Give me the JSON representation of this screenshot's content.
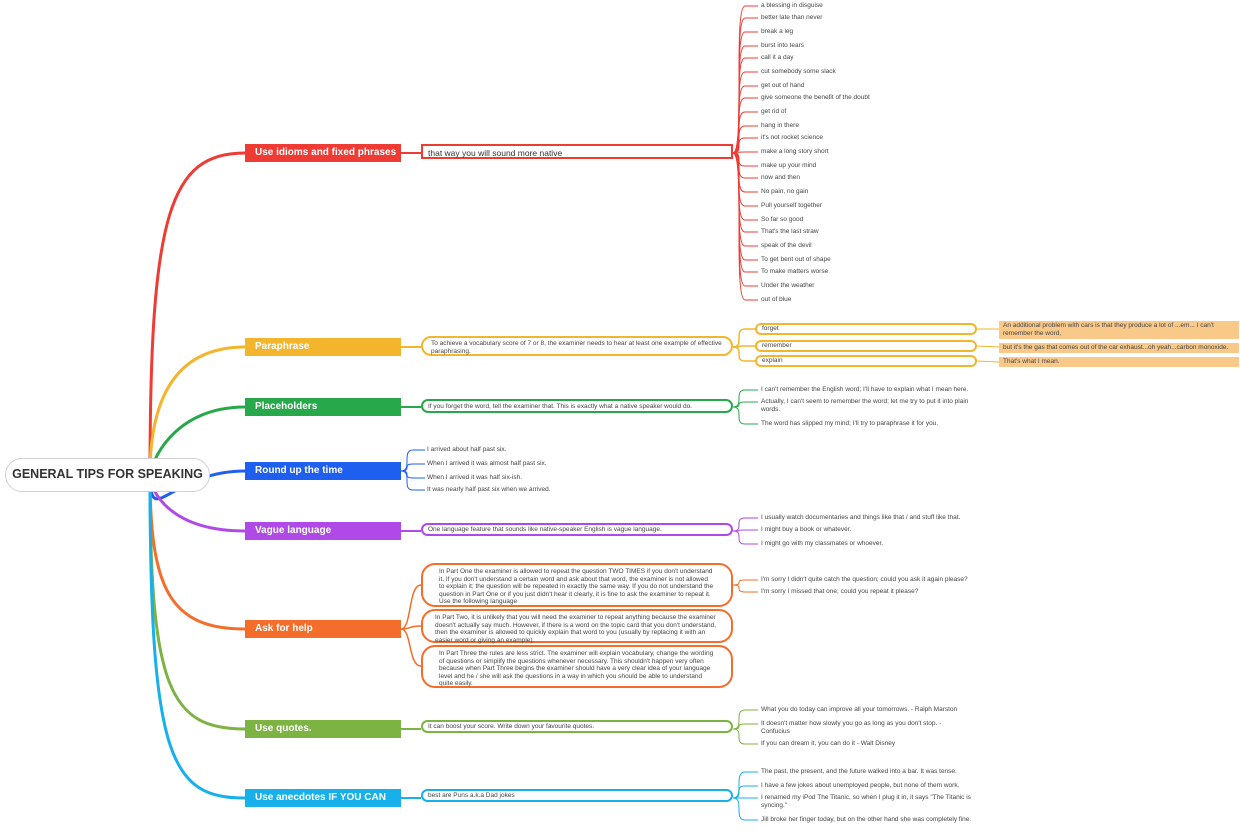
{
  "root": {
    "title": "GENERAL TIPS FOR SPEAKING"
  },
  "branches": [
    {
      "label": "Use idioms and fixed phrases",
      "color": "#ee3b34",
      "detail": "that way you will sound more native",
      "items": [
        "a blessing in disguise",
        "better late than never",
        "break a leg",
        "burst into tears",
        "call it a day",
        "cut somebody some slack",
        "get out of hand",
        "give someone the benefit of the doubt",
        "get rid of",
        "hang in there",
        "it's not rocket science",
        "make a long story short",
        "make up your mind",
        "now and then",
        "No pain, no gain",
        "Pull yourself together",
        "So far so good",
        "That's the last straw",
        "speak of the devil",
        "To get bent out of shape",
        "To make matters worse",
        "Under the weather",
        "out of blue"
      ]
    },
    {
      "label": "Paraphrase",
      "color": "#f2b52c",
      "detail": "To achieve a vocabulary score of 7 or 8, the examiner needs to hear at least one example of effective paraphrasing.",
      "subs": [
        {
          "word": "forget",
          "note": "An additional problem with cars is that they produce a lot of ...em... I can't remember the word,"
        },
        {
          "word": "remember",
          "note": "but it's the gas that comes out of the car exhaust...oh yeah...carbon monoxide."
        },
        {
          "word": "explain",
          "note": "That's what I mean."
        }
      ]
    },
    {
      "label": "Placeholders",
      "color": "#27a84a",
      "detail": "If you forget the word, tell the examiner that. This is exactly what a native speaker would do.",
      "items": [
        "I can't remember the English word; I'll have to explain what I mean here.",
        "Actually, I can't seem to remember the word; let me try to put it into plain words.",
        "The word has slipped my mind; I'll try to paraphrase it for you."
      ]
    },
    {
      "label": "Round up the time",
      "color": "#1f5ff0",
      "items": [
        "I arrived about half past six.",
        "When I arrived it was almost half past six.",
        "When I arrived it was half six-ish.",
        "It was nearly half past six when we arrived."
      ]
    },
    {
      "label": "Vague language",
      "color": "#b04ae6",
      "detail": "One language feature that sounds like native-speaker English is vague language.",
      "items": [
        "I usually watch documentaries and things like that / and stuff like that.",
        "I might buy a book or whatever.",
        "I might go with my classmates or whoever."
      ]
    },
    {
      "label": "Ask for help",
      "color": "#f46d2a",
      "details": [
        "In Part One the examiner is allowed to repeat the question TWO TIMES if you don't understand it. If you don't understand a certain word and ask about that word, the examiner is not allowed to explain it; the question will be repeated in exactly the same way. If you do not understand the question in Part One or if you just didn't hear it clearly, it is fine to ask the examiner to repeat it. Use the following language",
        "In Part Two, it is unlikely that you will need the examiner to repeat anything because the examiner doesn't actually say much. However, if there is a word on the topic card that you don't understand, then the examiner is allowed to quickly explain that word to you (usually by replacing it with an easier word or giving an example).",
        "In Part Three the rules are less strict. The examiner will explain vocabulary, change the wording of questions or simplify the questions whenever necessary. This shouldn't happen very often because when Part Three begins the examiner should have a very clear idea of your language level and he / she will ask the questions in a way in which you should be able to understand quite easily."
      ],
      "items": [
        "I'm sorry I didn't quite catch the question; could you ask it again please?",
        "I'm sorry I missed that one; could you repeat it please?"
      ]
    },
    {
      "label": "Use quotes.",
      "color": "#7cb342",
      "detail": "It can boost your score. Write down your favourite quotes.",
      "items": [
        "What you do today can improve all your tomorrows. - Ralph Marston",
        "It doesn't matter how slowly you go as long as you don't stop. - Confucius",
        "If you can dream it, you can do it - Walt Disney"
      ]
    },
    {
      "label": "Use anecdotes IF YOU CAN",
      "color": "#17b0ea",
      "detail": "best are Puns a.k.a Dad jokes",
      "items": [
        "The past, the present, and the future walked into a bar. It was tense.",
        "I have a few jokes about unemployed people, but none of them work.",
        "I renamed my iPod The Titanic, so when I plug it in, it says \"The Titanic is syncing.\"",
        "Jill broke her finger today, but on the other hand she was completely fine."
      ]
    }
  ]
}
